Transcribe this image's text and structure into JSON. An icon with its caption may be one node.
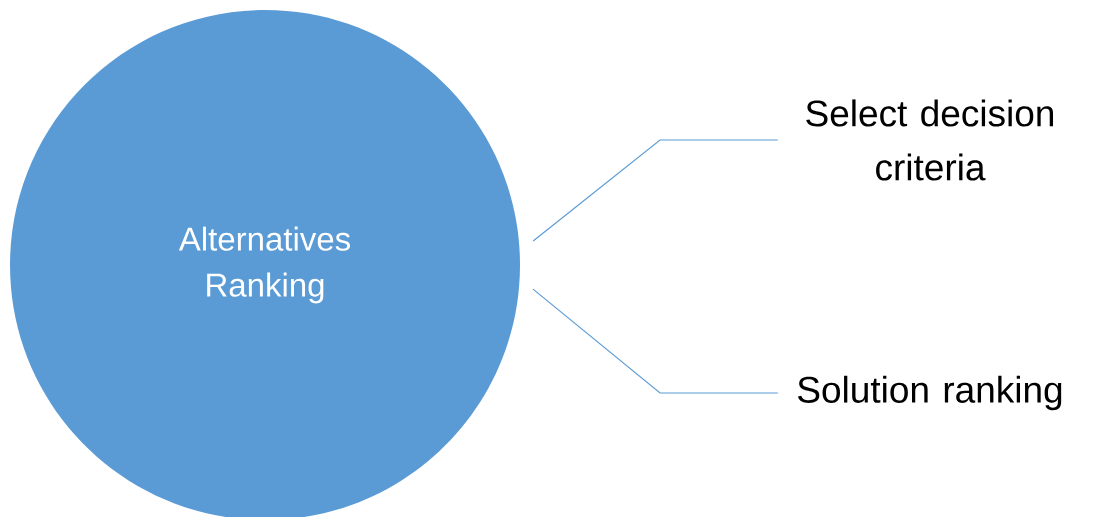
{
  "diagram": {
    "nodes": [
      {
        "text": [
          "Alternatives Ranking"
        ]
      },
      {
        "text": [
          "Select decision criteria"
        ]
      },
      {
        "text": [
          "Solution ranking"
        ]
      }
    ],
    "edges": [
      {
        "from": 0,
        "to": 1,
        "arrow": "none"
      },
      {
        "from": 0,
        "to": 2,
        "arrow": "none"
      }
    ]
  }
}
